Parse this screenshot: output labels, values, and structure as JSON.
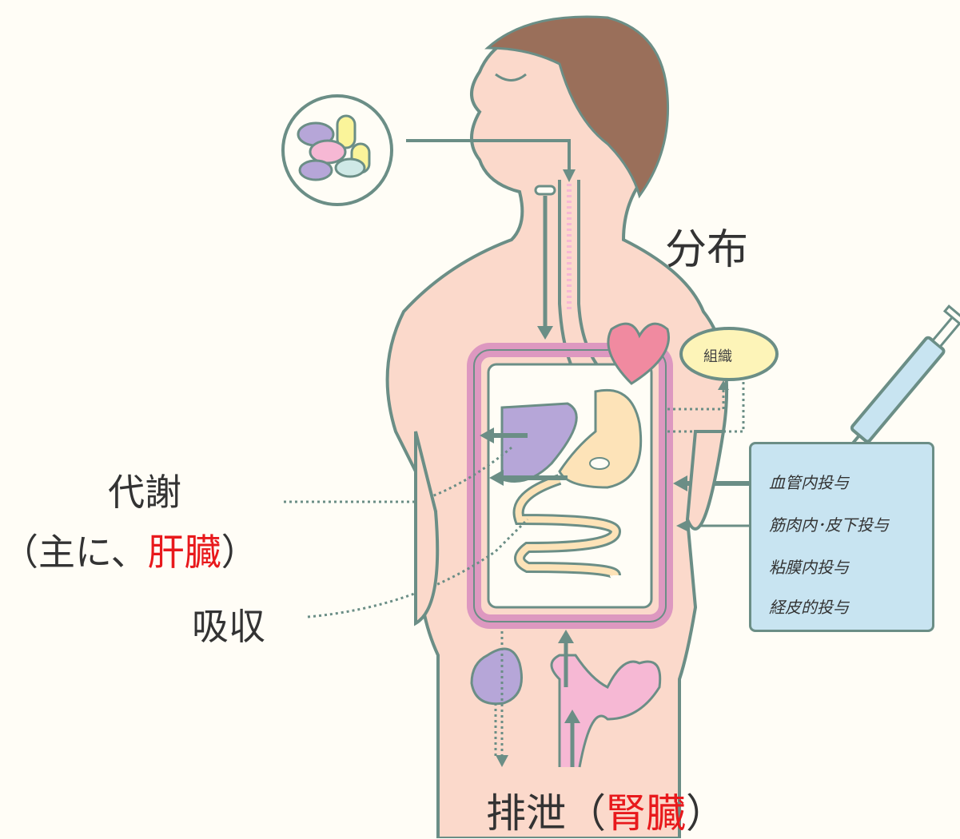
{
  "labels": {
    "distribution": "分布",
    "metabolism": "代謝",
    "metabolism_prefix": "（主に、",
    "metabolism_organ": "肝臓",
    "metabolism_suffix": "）",
    "absorption": "吸収",
    "excretion_prefix": "排泄（",
    "excretion_organ": "腎臓",
    "excretion_suffix": "）"
  },
  "tissue": "組織",
  "routes": [
    "血管内投与",
    "筋肉内･皮下投与",
    "粘膜内投与",
    "経皮的投与"
  ],
  "colors": {
    "skin": "#fbd9cb",
    "outline": "#6b8e86",
    "hair": "#9a6f5a",
    "pink_frame": "#dd98c0",
    "liver": "#b6a6d8",
    "stomach": "#fde3b8",
    "heart": "#f08aa0",
    "intestine": "#f6b8d4",
    "box": "#c8e4f1",
    "highlight_red": "#e8191c"
  }
}
